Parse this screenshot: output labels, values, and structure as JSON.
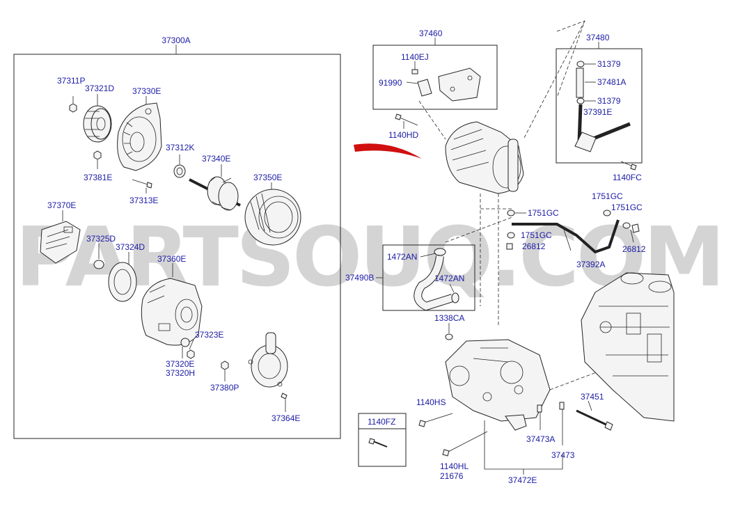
{
  "watermark": "PARTSOUQ.COM",
  "accent_color": "#1a1aa6",
  "arrow_color": "#d01010",
  "labels": {
    "l37300A": "37300A",
    "l37311P": "37311P",
    "l37321D": "37321D",
    "l37330E": "37330E",
    "l37312K": "37312K",
    "l37340E": "37340E",
    "l37381E": "37381E",
    "l37313E": "37313E",
    "l37350E": "37350E",
    "l37370E": "37370E",
    "l37325D": "37325D",
    "l37324D": "37324D",
    "l37360E": "37360E",
    "l37323E": "37323E",
    "l37320E": "37320E",
    "l37320H": "37320H",
    "l37380P": "37380P",
    "l37364E": "37364E",
    "l37460": "37460",
    "l1140EJ": "1140EJ",
    "l91990": "91990",
    "l1140HD": "1140HD",
    "l37480": "37480",
    "l31379a": "31379",
    "l37481A": "37481A",
    "l31379b": "31379",
    "l37391E": "37391E",
    "l1140FC": "1140FC",
    "l1751GCa": "1751GC",
    "l1751GCb": "1751GC",
    "l1751GCc": "1751GC",
    "l1751GCd": "1751GC",
    "l26812a": "26812",
    "l26812b": "26812",
    "l37392A": "37392A",
    "l1472ANa": "1472AN",
    "l1472ANb": "1472AN",
    "l37490B": "37490B",
    "l1338CA": "1338CA",
    "l1140HS": "1140HS",
    "l1140FZ": "1140FZ",
    "l1140HL": "1140HL",
    "l21676": "21676",
    "l37473A": "37473A",
    "l37473": "37473",
    "l37451": "37451",
    "l37472E": "37472E"
  }
}
